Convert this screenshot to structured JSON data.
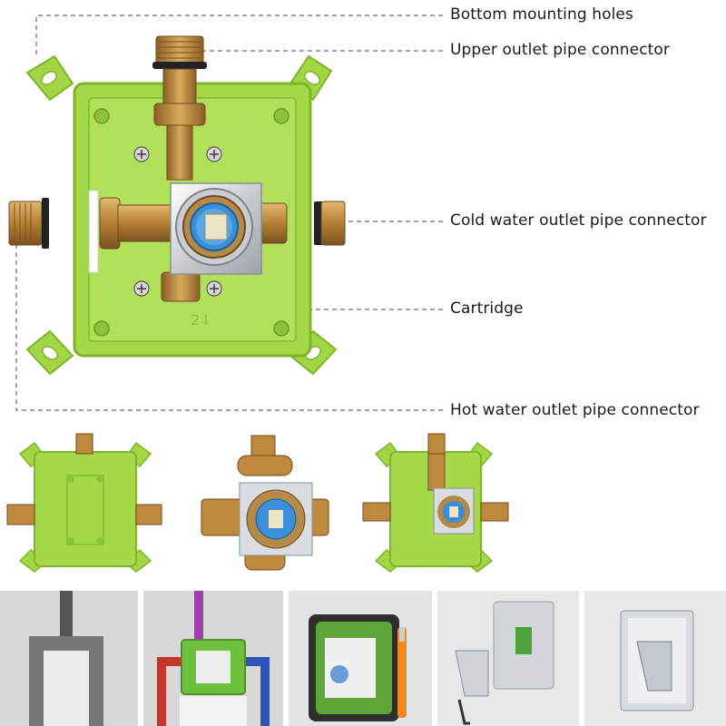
{
  "callouts": {
    "bottom_mounting_holes": "Bottom mounting holes",
    "upper_outlet": "Upper outlet pipe connector",
    "cold_outlet": "Cold water outlet pipe connector",
    "cartridge": "Cartridge",
    "hot_outlet": "Hot water outlet pipe connector"
  },
  "colors": {
    "box_green": "#a6d94a",
    "box_edge": "#7fb52c",
    "brass": "#c08a3e",
    "chrome": "#d9dde2",
    "cartridge_blue": "#3a8fd6",
    "callout_line": "#666666"
  }
}
